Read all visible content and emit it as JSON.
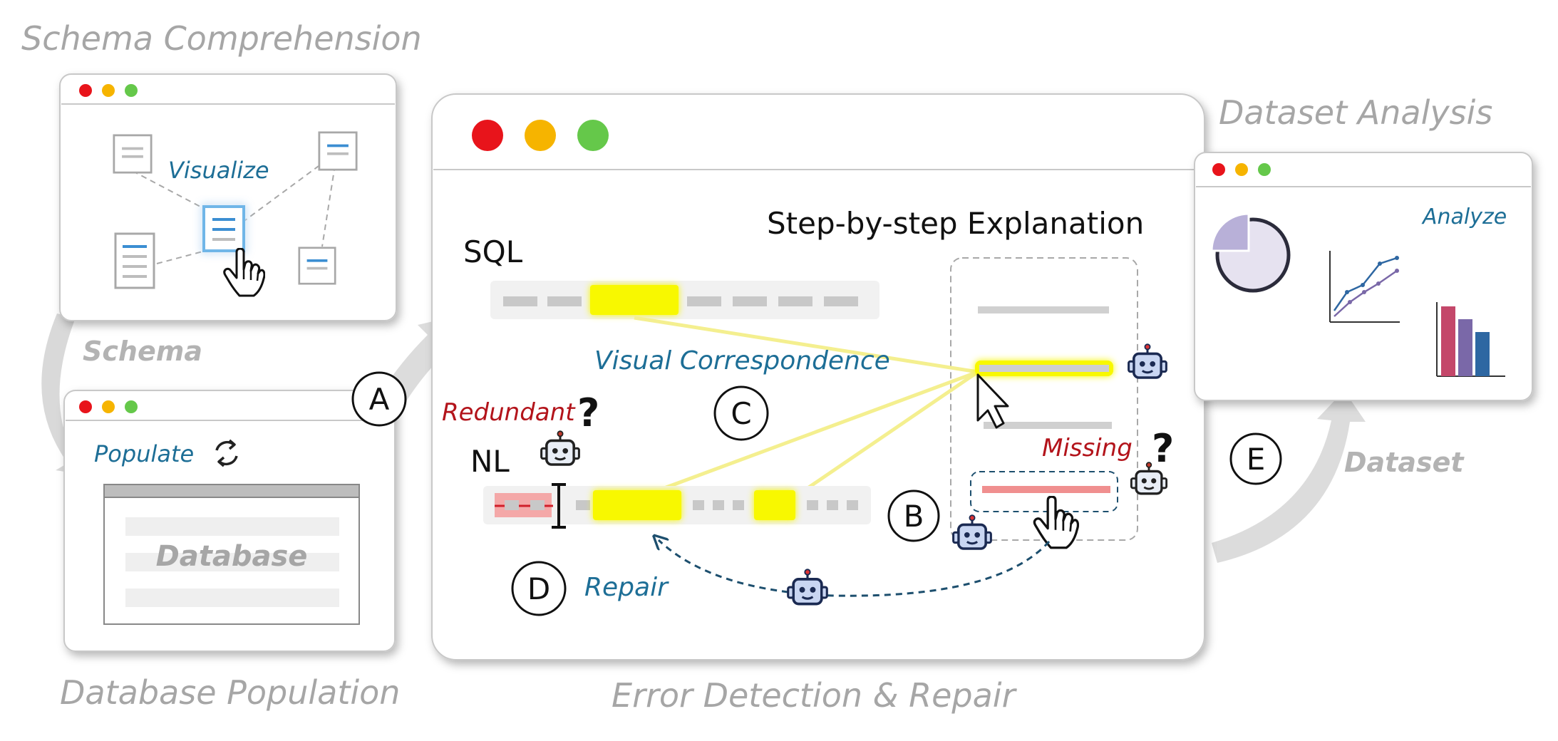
{
  "titles": {
    "schema_comprehension": "Schema Comprehension",
    "database_population": "Database Population",
    "error_detection": "Error Detection & Repair",
    "dataset_analysis": "Dataset Analysis"
  },
  "labels": {
    "visualize": "Visualize",
    "schema": "Schema",
    "populate": "Populate",
    "database": "Database",
    "sql": "SQL",
    "nl": "NL",
    "step_by_step": "Step-by-step Explanation",
    "visual_correspondence": "Visual Correspondence",
    "redundant": "Redundant",
    "missing": "Missing",
    "repair": "Repair",
    "analyze": "Analyze",
    "dataset": "Dataset",
    "question_mark": "?"
  },
  "steps": [
    "A",
    "B",
    "C",
    "D",
    "E"
  ],
  "colors": {
    "window_red": "#e8141b",
    "window_yellow": "#f6b400",
    "window_green": "#65c84a",
    "accent_blue": "#1d6e96",
    "accent_red": "#b3141b",
    "highlight_yellow": "#f8f800",
    "title_gray": "#a6a6a6",
    "bar_pink": "#c4476a",
    "bar_purple": "#7a68a8",
    "bar_blue": "#2e67a2"
  },
  "icons": [
    "robot-icon",
    "hand-pointer-icon",
    "mouse-cursor-icon",
    "refresh-icon",
    "document-icon",
    "pie-chart-icon",
    "line-chart-icon",
    "bar-chart-icon"
  ]
}
